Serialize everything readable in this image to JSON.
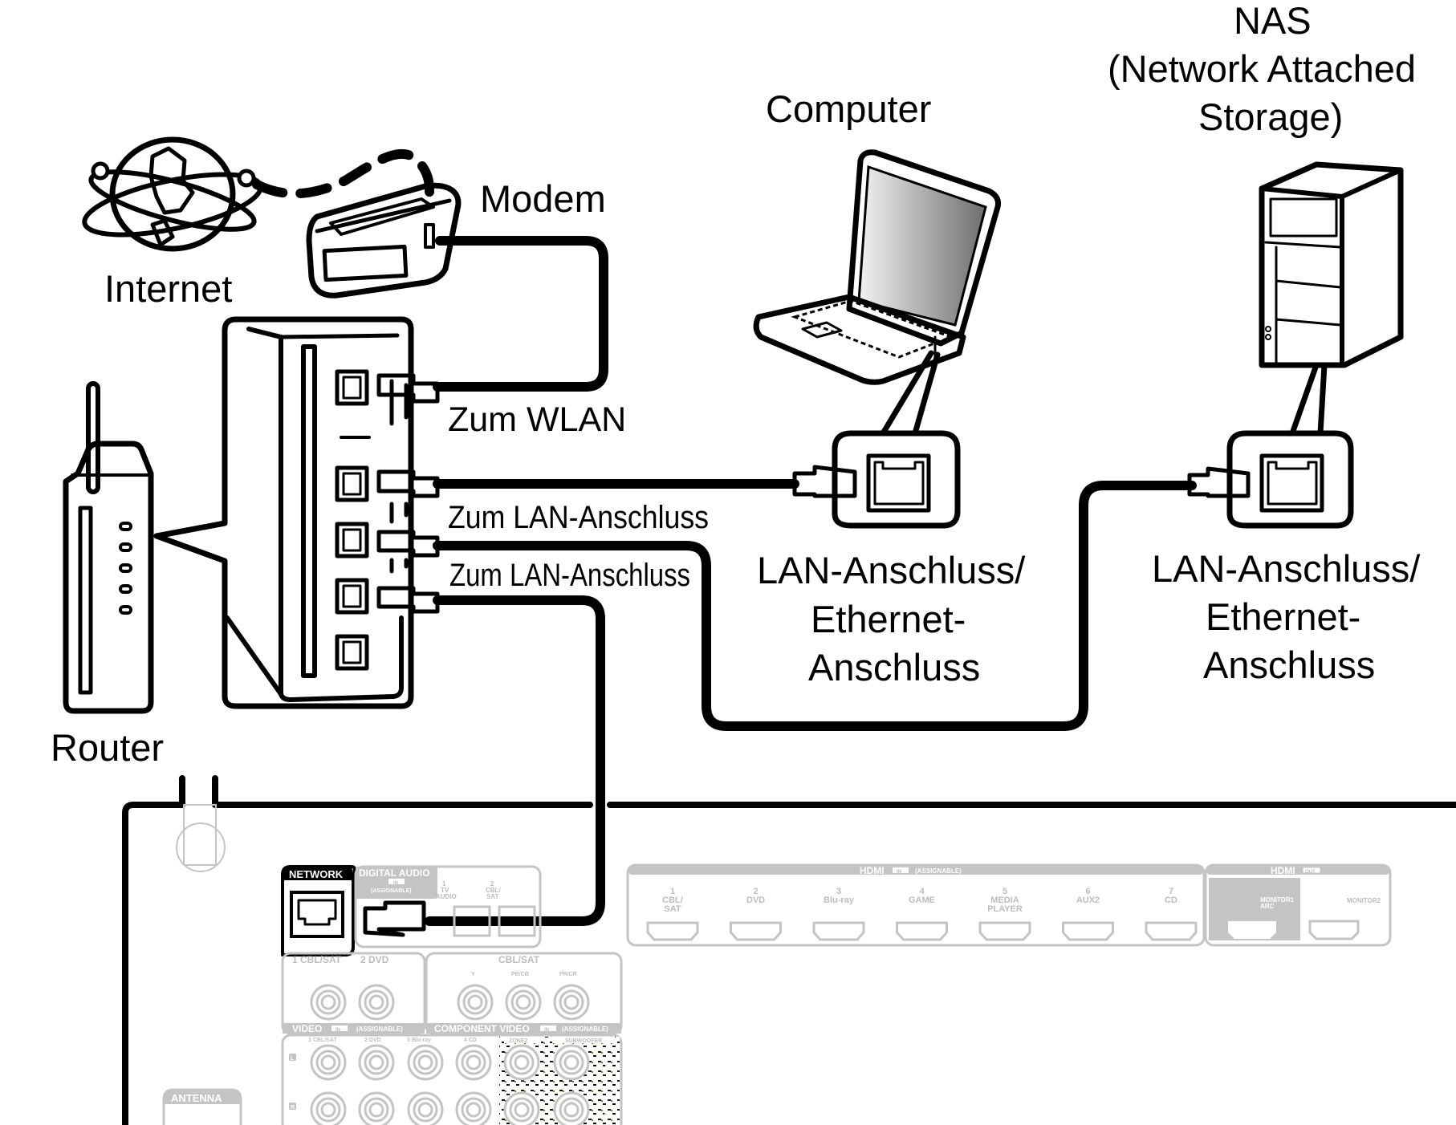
{
  "devices": {
    "internet": "Internet",
    "modem": "Modem",
    "router": "Router",
    "computer": "Computer",
    "nas_line1": "NAS",
    "nas_line2": "(Network Attached",
    "nas_line3": "Storage)"
  },
  "connections": {
    "wlan": "Zum WLAN",
    "lan1": "Zum LAN-Anschluss",
    "lan2": "Zum LAN-Anschluss"
  },
  "ports": {
    "computer_port": [
      "LAN-Anschluss/",
      "Ethernet-",
      "Anschluss"
    ],
    "nas_port": [
      "LAN-Anschluss/",
      "Ethernet-",
      "Anschluss"
    ]
  },
  "receiver_panel": {
    "network": "NETWORK",
    "digital_audio": "DIGITAL AUDIO",
    "digital_audio_in": "IN",
    "digital_audio_assignable": "(ASSIGNABLE)",
    "digital_inputs": [
      {
        "num": "1",
        "l1": "TV",
        "l2": "AUDIO"
      },
      {
        "num": "2",
        "l1": "CBL/",
        "l2": "SAT"
      }
    ],
    "hdmi_in": {
      "title": "HDMI",
      "badge": "IN",
      "assignable": "(ASSIGNABLE)",
      "inputs": [
        {
          "num": "1",
          "l1": "CBL/",
          "l2": "SAT"
        },
        {
          "num": "2",
          "l1": "DVD",
          "l2": ""
        },
        {
          "num": "3",
          "l1": "Blu-ray",
          "l2": ""
        },
        {
          "num": "4",
          "l1": "GAME",
          "l2": ""
        },
        {
          "num": "5",
          "l1": "MEDIA",
          "l2": "PLAYER"
        },
        {
          "num": "6",
          "l1": "AUX2",
          "l2": ""
        },
        {
          "num": "7",
          "l1": "CD",
          "l2": ""
        }
      ]
    },
    "hdmi_out": {
      "title": "HDMI",
      "badge": "OUT",
      "monitor1": "MONITOR1",
      "monitor1_arc": "ARC",
      "monitor2": "MONITOR2"
    },
    "video": {
      "inputs": [
        "1 CBL/SAT",
        "2 DVD"
      ],
      "title": "VIDEO",
      "badge": "IN",
      "assignable": "(ASSIGNABLE)"
    },
    "component": {
      "group": "CBL/SAT",
      "inputs": [
        "Y",
        "PB/CB",
        "PR/CR"
      ],
      "title": "COMPONENT VIDEO",
      "badge": "IN",
      "assignable": "(ASSIGNABLE)"
    },
    "audio": {
      "inputs": [
        "1 CBL/SAT",
        "2 DVD",
        "3 Blu-ray",
        "4 CD"
      ],
      "left": "L",
      "right": "R",
      "zone2": "ZONE2",
      "subwoofer": "SUBWOOFER",
      "sub1": "1",
      "sub2": "2"
    },
    "antenna": "ANTENNA"
  }
}
